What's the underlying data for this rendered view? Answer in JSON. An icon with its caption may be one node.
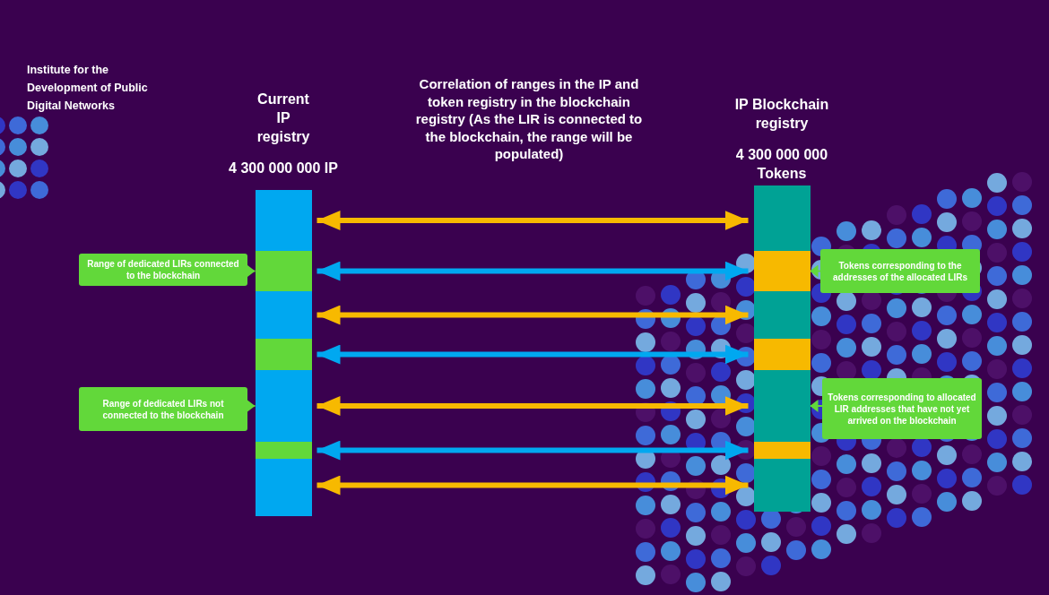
{
  "diagram": {
    "nodes": [
      {
        "text": [
          "Current IP registry",
          "4 300 000 000 IP"
        ]
      },
      {
        "text": [],
        "shape": "bar",
        "in": 0
      },
      {
        "text": [],
        "shape": "bar",
        "in": 0
      },
      {
        "text": [],
        "shape": "bar",
        "in": 0
      },
      {
        "text": [],
        "shape": "bar",
        "in": 0
      },
      {
        "text": [],
        "shape": "bar",
        "in": 0
      },
      {
        "text": [],
        "shape": "bar",
        "in": 0
      },
      {
        "text": [],
        "shape": "bar",
        "in": 0
      },
      {
        "text": [
          "IP Blockchain registry",
          "4 300 000 000 Tokens"
        ]
      },
      {
        "text": [],
        "shape": "bar",
        "in": 8
      },
      {
        "text": [],
        "shape": "bar",
        "in": 8
      },
      {
        "text": [],
        "shape": "bar",
        "in": 8
      },
      {
        "text": [],
        "shape": "bar",
        "in": 8
      },
      {
        "text": [],
        "shape": "bar",
        "in": 8
      },
      {
        "text": [],
        "shape": "bar",
        "in": 8
      },
      {
        "text": [],
        "shape": "bar",
        "in": 8
      },
      {
        "text": [
          "Range of dedicated LIRs connected to the blockchain"
        ]
      },
      {
        "text": [
          "Range of dedicated LIRs not connected to the blockchain"
        ]
      },
      {
        "text": [
          "Tokens corresponding to the addresses of the allocated LIRs"
        ]
      },
      {
        "text": [
          "Tokens corresponding to allocated LIR addresses that have not yet arrived on the blockchain"
        ]
      }
    ],
    "edges": [
      {
        "from": 1,
        "to": 9,
        "arrow": "both"
      },
      {
        "from": 2,
        "to": 10,
        "arrow": "both",
        "color": "#00a8f0"
      },
      {
        "from": 3,
        "to": 11,
        "arrow": "both"
      },
      {
        "from": 4,
        "to": 12,
        "arrow": "both",
        "color": "#00a8f0"
      },
      {
        "from": 5,
        "to": 13,
        "arrow": "both"
      },
      {
        "from": 6,
        "to": 14,
        "arrow": "both",
        "color": "#00a8f0"
      },
      {
        "from": 7,
        "to": 15,
        "arrow": "both"
      },
      {
        "from": 16,
        "to": 2,
        "arrow": "to",
        "color": "#62d83a"
      },
      {
        "from": 17,
        "to": 5,
        "arrow": "to",
        "color": "#62d83a"
      },
      {
        "from": 18,
        "to": 10,
        "arrow": "to",
        "color": "#62d83a"
      },
      {
        "from": 19,
        "to": 13,
        "arrow": "to",
        "color": "#62d83a"
      }
    ],
    "labels": [
      "Institute for the Development of Public Digital Networks",
      "Correlation of ranges in the IP and token registry in the blockchain registry (As the LIR is connected to the blockchain, the range will be populated)"
    ]
  }
}
